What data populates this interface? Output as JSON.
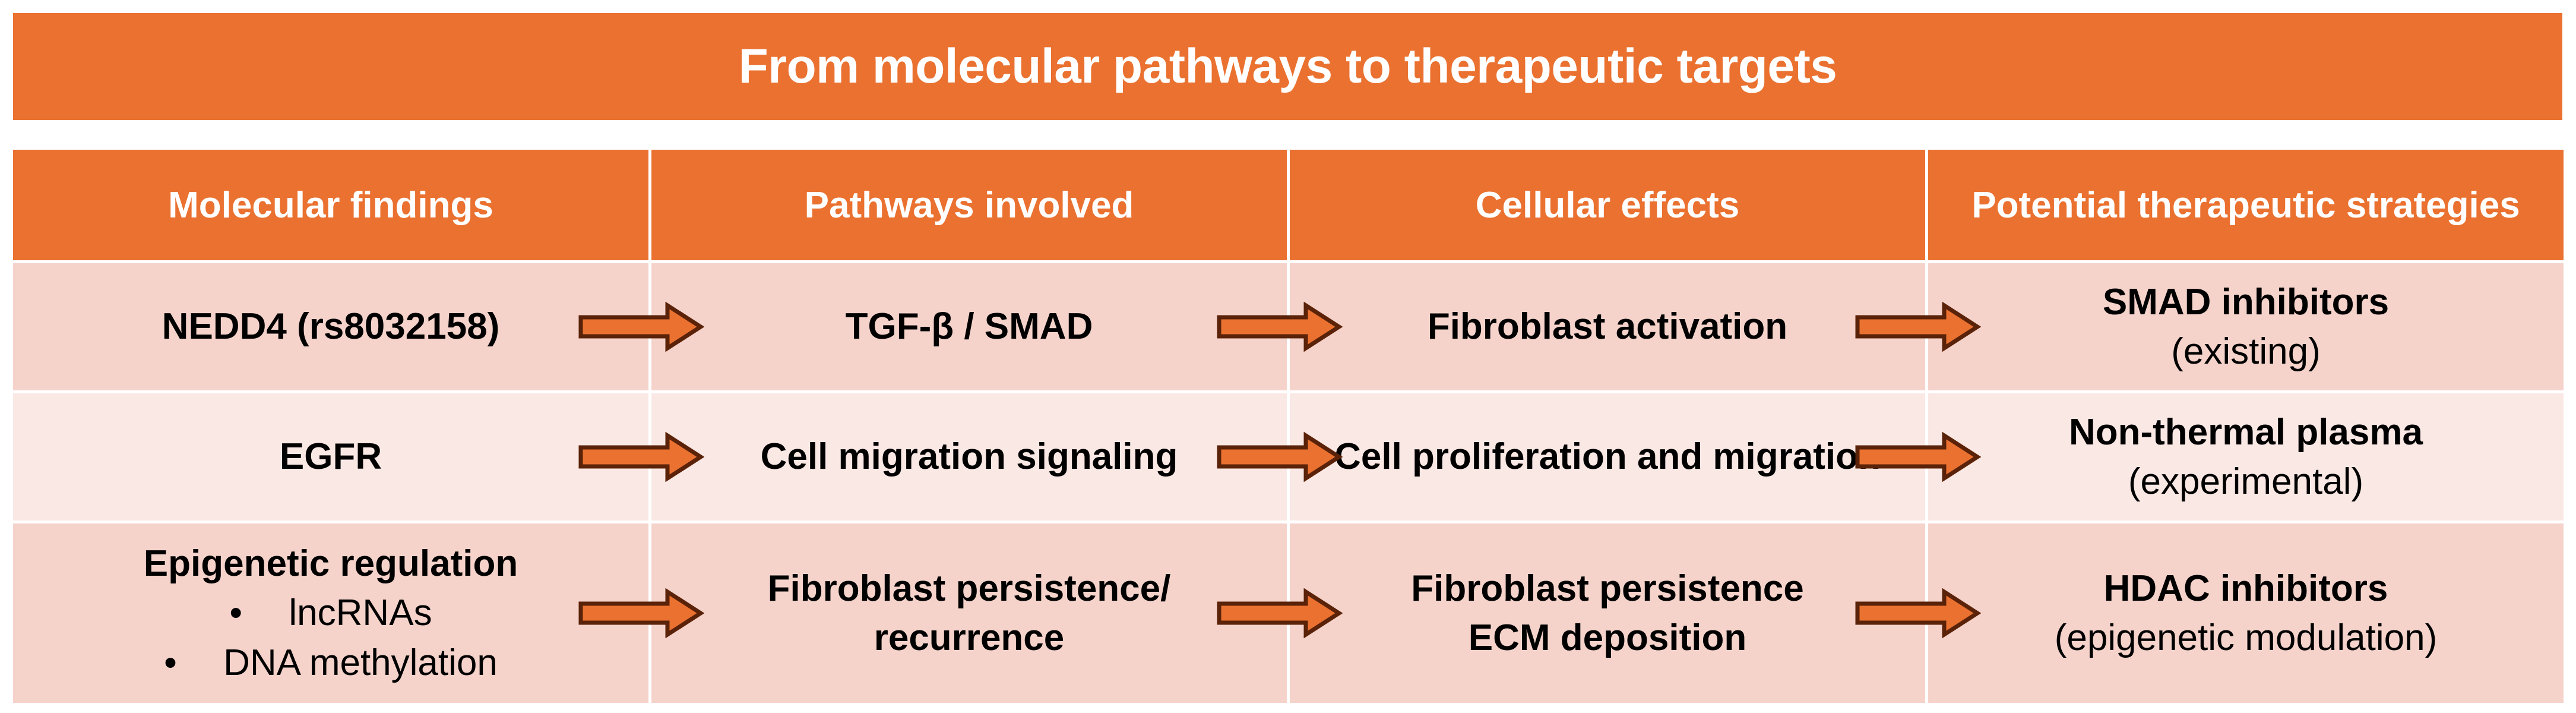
{
  "title": "From molecular pathways to therapeutic targets",
  "headers": [
    "Molecular findings",
    "Pathways involved",
    "Cellular effects",
    "Potential therapeutic strategies"
  ],
  "rows": [
    {
      "finding": "NEDD4 (rs8032158)",
      "pathway": "TGF-β / SMAD",
      "effect": "Fibroblast activation",
      "strategy": "SMAD inhibitors",
      "strategy_note": "(existing)"
    },
    {
      "finding": "EGFR",
      "pathway": "Cell migration signaling",
      "effect": "Cell proliferation and migration",
      "strategy": "Non-thermal plasma",
      "strategy_note": "(experimental)"
    },
    {
      "finding": "Epigenetic regulation",
      "finding_bullets": [
        "lncRNAs",
        "DNA methylation"
      ],
      "pathway_line1": "Fibroblast persistence/",
      "pathway_line2": "recurrence",
      "effect_line1": "Fibroblast persistence",
      "effect_line2": "ECM deposition",
      "strategy": "HDAC inhibitors",
      "strategy_note": "(epigenetic modulation)"
    }
  ],
  "colors": {
    "header": "#ea7130",
    "row_dark": "#f5d3cb",
    "row_light": "#fae8e4",
    "arrow_fill": "#ea7130",
    "arrow_outline": "#5a2208"
  },
  "bullet_glyph": "•"
}
